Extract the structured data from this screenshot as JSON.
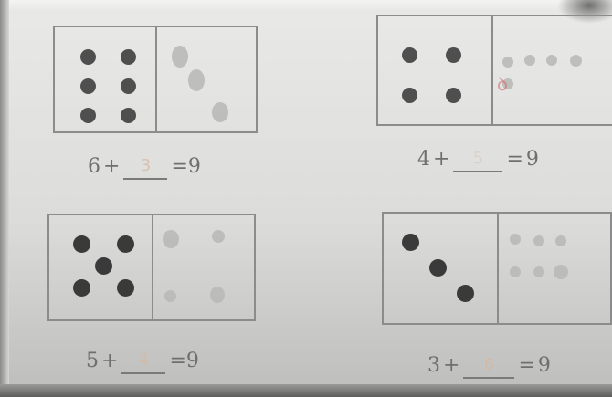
{
  "problems": [
    {
      "addend1": "6",
      "plus": "+",
      "answer": "3",
      "equals": "=",
      "total": "9"
    },
    {
      "addend1": "4",
      "plus": "+",
      "answer": "5",
      "equals": "=",
      "total": "9"
    },
    {
      "addend1": "5",
      "plus": "+",
      "answer": "4",
      "equals": "=",
      "total": "9"
    },
    {
      "addend1": "3",
      "plus": "+",
      "answer": "6",
      "equals": "=",
      "total": "9"
    }
  ],
  "colors": {
    "printed_dot": "#4f4f4f",
    "faint_dot": "#b9b9b7",
    "frame": "#8c8c8c",
    "handwriting": "#d8b8a0"
  }
}
